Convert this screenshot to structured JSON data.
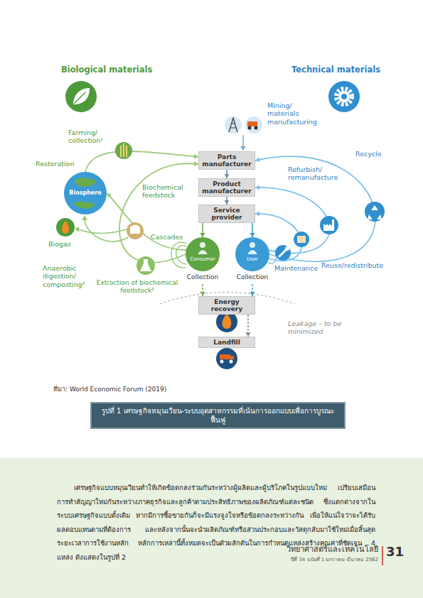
{
  "diagram": {
    "caption": "รูปที่ 1 เศรษฐกิจหมุนเวียน-ระบบอุตสาหกรรมที่เน้นการออกแบบเพื่อการบูรณะฟื้นฟู",
    "nodes": [
      {
        "text": [
          "Parts manufacturer"
        ]
      },
      {
        "text": [
          "Product manufacturer"
        ]
      },
      {
        "text": [
          "Service provider"
        ]
      },
      {
        "text": [
          "Consumer",
          "Collection"
        ]
      },
      {
        "text": [
          "User",
          "Collection"
        ]
      },
      {
        "text": [
          "Energy recovery"
        ]
      },
      {
        "text": [
          "Landfill"
        ]
      },
      {
        "text": [
          "Biosphere"
        ]
      }
    ],
    "edges": [
      {
        "from": 0,
        "to": 1,
        "arrow": "to"
      },
      {
        "from": 1,
        "to": 2,
        "arrow": "to"
      },
      {
        "from": 2,
        "to": 3,
        "arrow": "to"
      },
      {
        "from": 2,
        "to": 4,
        "arrow": "to"
      },
      {
        "from": 3,
        "to": 5,
        "arrow": "to"
      },
      {
        "from": 4,
        "to": 5,
        "arrow": "to"
      },
      {
        "from": 5,
        "to": 6,
        "arrow": "to"
      },
      {
        "from": 4,
        "to": 0,
        "arrow": "to"
      },
      {
        "from": 4,
        "to": 1,
        "arrow": "to"
      },
      {
        "from": 4,
        "to": 2,
        "arrow": "to"
      },
      {
        "from": 3,
        "to": 0,
        "arrow": "to"
      },
      {
        "from": 3,
        "to": 7,
        "arrow": "to"
      },
      {
        "from": 7,
        "to": 0,
        "arrow": "to"
      }
    ],
    "labels": [
      "Biological materials",
      "Technical materials",
      "Mining/ materials manufacturing",
      "Farming/ collection¹",
      "Restoration",
      "Biochemical feedstock",
      "Recycle",
      "Refurbish/ remanufacture",
      "Reuse/redistribute",
      "Maintenance",
      "Biogas",
      "Cascades",
      "Anaerobic digestion/ composting²",
      "Extraction of biochemical feedstock²",
      "Leakage – to be minimized",
      "ที่มา: World Economic Forum (2019)",
      "เศรษฐกิจแบบหมุนเวียนทำให้เกิดข้อตกลงร่วมกันระหว่างผู้ผลิตและผู้บริโภคในรูปแบบใหม่ เปรียบเสมือนการทำสัญญาใหม่กันระหว่างภาคธุรกิจและลูกค้าตามประสิทธิภาพของผลิตภัณฑ์แต่ละชนิด ซึ่งแตกต่างจากในระบบเศรษฐกิจแบบดั้งเดิม หากมีการซื้อขายกันก็จะมีแรงจูงใจหรือข้อตกลงระหว่างกัน เพื่อให้แน่ใจว่าจะได้รับผลตอบแทนตามที่ต้องการ และหลังจากนั้นจะนำผลิตภัณฑ์หรือส่วนประกอบและวัสดุกลับมาใช้ใหม่เมื่อสิ้นสุดระยะเวลาการใช้งานหลัก หลักการเหล่านี้ทั้งหมดจะเป็นตัวผลักดันในการกำหนดแหล่งสร้างคุณค่าที่ชัดเจน 4 แหล่ง ดังแสดงในรูปที่ 2",
      "วิทยาศาสตร์และเทคโนโลยี",
      "ปีที่ 34 ฉบับที่ 1 มกราคม-มีนาคม 2562",
      "31"
    ]
  }
}
